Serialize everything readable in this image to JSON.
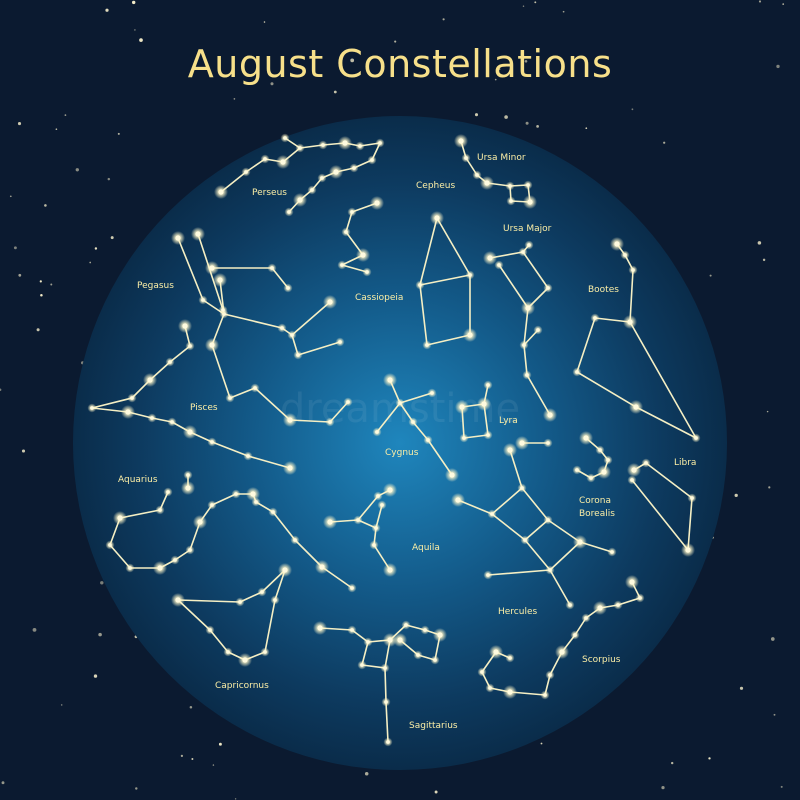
{
  "title": "August Constellations",
  "colors": {
    "sky": "#0b1a30",
    "disc_center": "#1d7fb3",
    "disc_edge": "#0a2c4a",
    "lines": "#f5efc4",
    "labels": "#fbeea6",
    "title": "#f7e08a"
  },
  "watermark": "dreamstime",
  "labels": {
    "ursa_minor": "Ursa Minor",
    "perseus": "Perseus",
    "cepheus": "Cepheus",
    "ursa_major": "Ursa Major",
    "pegasus": "Pegasus",
    "cassiopeia": "Cassiopeia",
    "bootes": "Bootes",
    "pisces": "Pisces",
    "lyra": "Lyra",
    "cygnus": "Cygnus",
    "libra": "Libra",
    "aquarius": "Aquarius",
    "corona_borealis_1": "Corona",
    "corona_borealis_2": "Borealis",
    "aquila": "Aquila",
    "hercules": "Hercules",
    "scorpius": "Scorpius",
    "capricornus": "Capricornus",
    "sagittarius": "Sagittarius"
  }
}
